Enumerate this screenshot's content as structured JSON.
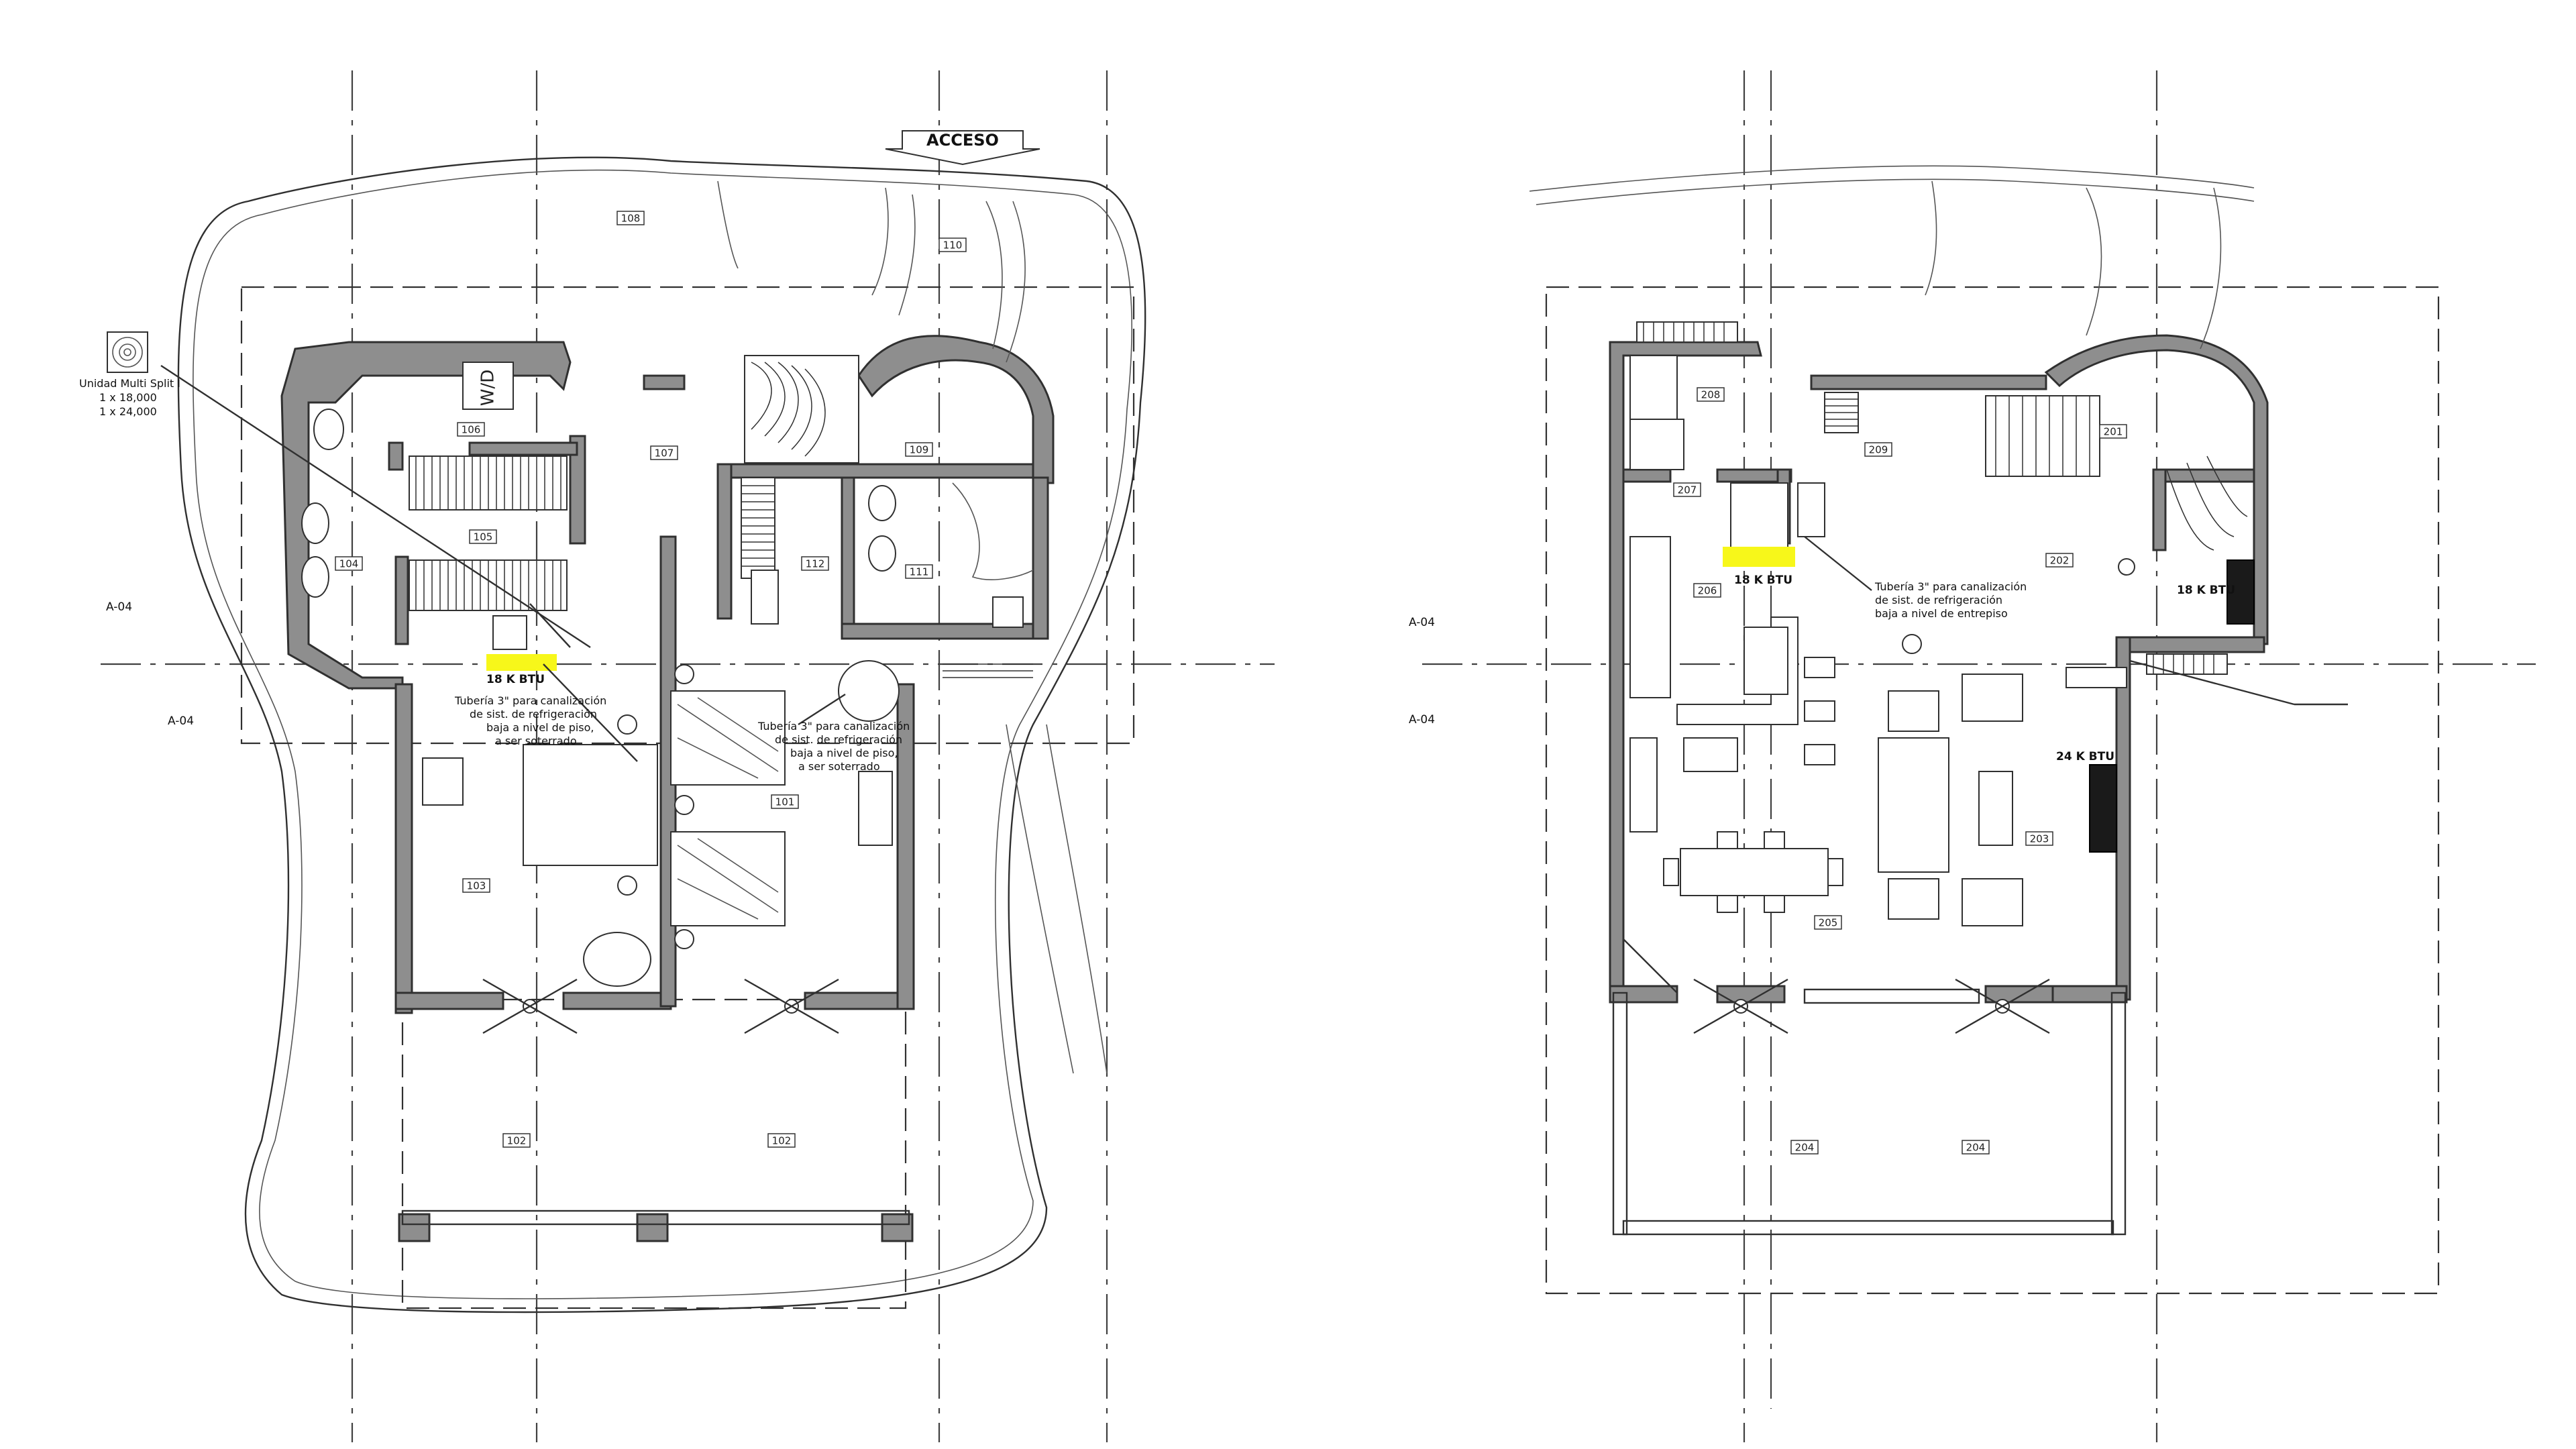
{
  "acceso_label": "ACCESO",
  "section_marks": [
    "A-04",
    "A-04",
    "A-04",
    "A-04"
  ],
  "outdoor_unit": {
    "title": "Unidad Multi Split I",
    "line1": "1 x 18,000",
    "line2": "1 x 24,000"
  },
  "ground_floor": {
    "rooms": [
      "108",
      "110",
      "106",
      "107",
      "109",
      "105",
      "112",
      "111",
      "104",
      "103",
      "101",
      "102",
      "102"
    ],
    "wd_label": "W/D",
    "btu_label": "18 K BTU",
    "note_a": [
      "Tubería 3\" para canalización",
      "de sist. de refrigeración",
      "baja a nivel de piso,",
      "a ser soterrado"
    ],
    "note_b": [
      "Tubería 3\" para canalización",
      "de sist. de refrigeración",
      "baja a nivel de piso,",
      "a ser soterrado"
    ]
  },
  "upper_floor": {
    "rooms": [
      "208",
      "209",
      "201",
      "207",
      "202",
      "206",
      "203",
      "205",
      "204",
      "204"
    ],
    "btu_label_a": "18 K BTU",
    "btu_label_b": "18 K BTU",
    "btu_label_c": "24 K BTU",
    "note": [
      "Tubería 3\" para canalización",
      "de sist. de refrigeración",
      "baja a nivel de entrepiso"
    ]
  },
  "colors": {
    "highlight": "#f7f71a",
    "wall": "#8e8e8e",
    "line": "#303030"
  }
}
